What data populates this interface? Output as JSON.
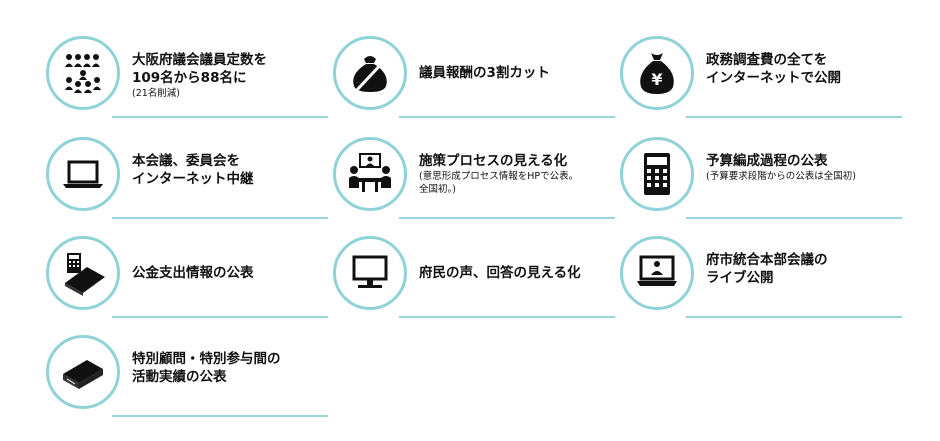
{
  "items": [
    {
      "title1": "大阪府議会議員定数を",
      "title2": "109名から88名に",
      "sub1": "(21名削減)",
      "sub2": "",
      "icon": "people-icon"
    },
    {
      "title1": "議員報酬の3割カット",
      "title2": "",
      "sub1": "",
      "sub2": "",
      "icon": "money-bag-cut-icon"
    },
    {
      "title1": "政務調査費の全てを",
      "title2": "インターネットで公開",
      "sub1": "",
      "sub2": "",
      "icon": "yen-bag-icon"
    },
    {
      "title1": "本会議、委員会を",
      "title2": "インターネット中継",
      "sub1": "",
      "sub2": "",
      "icon": "laptop-icon"
    },
    {
      "title1": "施策プロセスの見える化",
      "title2": "",
      "sub1": "(意思形成プロセス情報をHPで公表。",
      "sub2": "全国初。)",
      "icon": "meeting-icon"
    },
    {
      "title1": "予算編成過程の公表",
      "title2": "",
      "sub1": "(予算要求段階からの公表は全国初)",
      "sub2": "",
      "icon": "calculator-icon"
    },
    {
      "title1": "公金支出情報の公表",
      "title2": "",
      "sub1": "",
      "sub2": "",
      "icon": "calculator-ledger-icon"
    },
    {
      "title1": "府民の声、回答の見える化",
      "title2": "",
      "sub1": "",
      "sub2": "",
      "icon": "monitor-icon"
    },
    {
      "title1": "府市統合本部会議の",
      "title2": "ライブ公開",
      "sub1": "",
      "sub2": "",
      "icon": "video-conference-icon"
    },
    {
      "title1": "特別顧問・特別参与間の",
      "title2": "活動実績の公表",
      "sub1": "",
      "sub2": "",
      "icon": "binder-icon"
    }
  ]
}
